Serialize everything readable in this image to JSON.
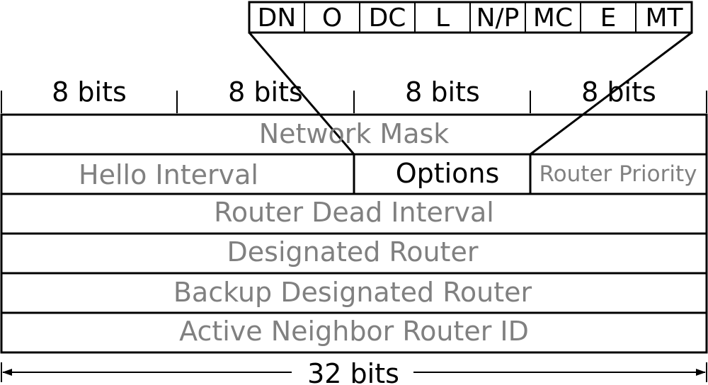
{
  "flags": [
    "DN",
    "O",
    "DC",
    "L",
    "N/P",
    "MC",
    "E",
    "MT"
  ],
  "byte_labels": [
    "8 bits",
    "8 bits",
    "8 bits",
    "8 bits"
  ],
  "fields": {
    "network_mask": "Network Mask",
    "hello_interval": "Hello Interval",
    "options": "Options",
    "router_priority": "Router Priority",
    "router_dead_interval": "Router Dead Interval",
    "designated_router": "Designated Router",
    "backup_designated_router": "Backup Designated Router",
    "active_neighbor_router_id": "Active Neighbor Router ID"
  },
  "width_label": "32 bits"
}
